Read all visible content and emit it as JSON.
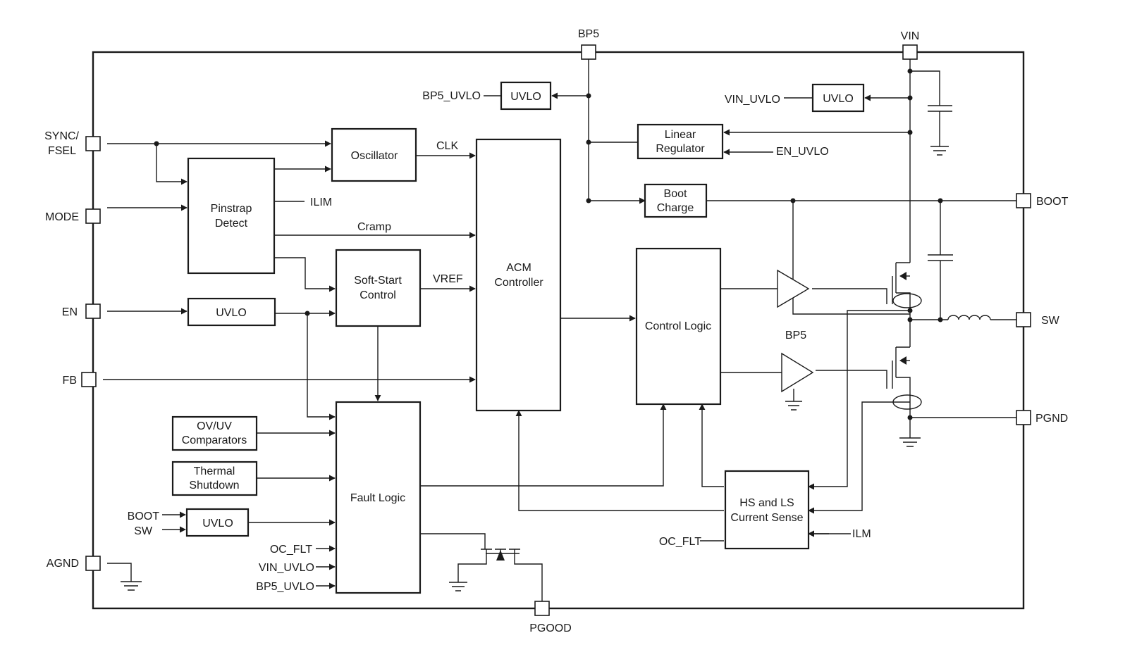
{
  "pins": {
    "bp5": "BP5",
    "vin": "VIN",
    "sync_fsel_1": "SYNC/",
    "sync_fsel_2": "FSEL",
    "mode": "MODE",
    "en": "EN",
    "fb": "FB",
    "agnd": "AGND",
    "boot": "BOOT",
    "sw": "SW",
    "pgnd": "PGND",
    "pgood": "PGOOD"
  },
  "blocks": {
    "uvlo_bp5": "UVLO",
    "uvlo_vin": "UVLO",
    "linear_regulator": [
      "Linear",
      "Regulator"
    ],
    "boot_charge": [
      "Boot",
      "Charge"
    ],
    "oscillator": "Oscillator",
    "pinstrap_detect": [
      "Pinstrap",
      "Detect"
    ],
    "soft_start_control": [
      "Soft-Start",
      "Control"
    ],
    "acm_controller": [
      "ACM",
      "Controller"
    ],
    "uvlo_en": "UVLO",
    "control_logic": "Control Logic",
    "ov_uv_comparators": [
      "OV/UV",
      "Comparators"
    ],
    "thermal_shutdown": [
      "Thermal",
      "Shutdown"
    ],
    "uvlo_boot": "UVLO",
    "fault_logic": "Fault Logic",
    "hs_ls_current_sense": [
      "HS and LS",
      "Current Sense"
    ]
  },
  "signals": {
    "bp5_uvlo": "BP5_UVLO",
    "vin_uvlo": "VIN_UVLO",
    "en_uvlo": "EN_UVLO",
    "clk": "CLK",
    "ilim": "ILIM",
    "cramp": "Cramp",
    "vref": "VREF",
    "bp5_driver": "BP5",
    "boot_in": "BOOT",
    "sw_in": "SW",
    "oc_flt_in": "OC_FLT",
    "vin_uvlo_in": "VIN_UVLO",
    "bp5_uvlo_in": "BP5_UVLO",
    "oc_flt_out": "OC_FLT",
    "ilm": "ILM"
  }
}
